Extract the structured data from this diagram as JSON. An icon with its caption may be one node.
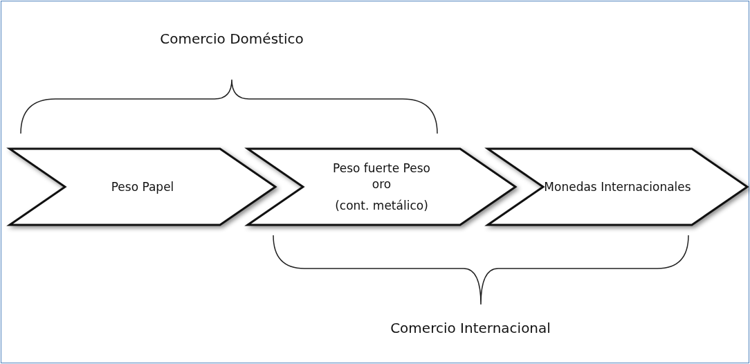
{
  "diagram": {
    "nodes": [
      {
        "text": [
          "Peso Papel"
        ]
      },
      {
        "text": [
          "Peso fuerte Peso oro",
          "(cont. metálico)"
        ]
      },
      {
        "text": [
          "Monedas Internacionales"
        ]
      }
    ],
    "labels": [
      "Comercio Doméstico",
      "Comercio Internacional"
    ]
  }
}
